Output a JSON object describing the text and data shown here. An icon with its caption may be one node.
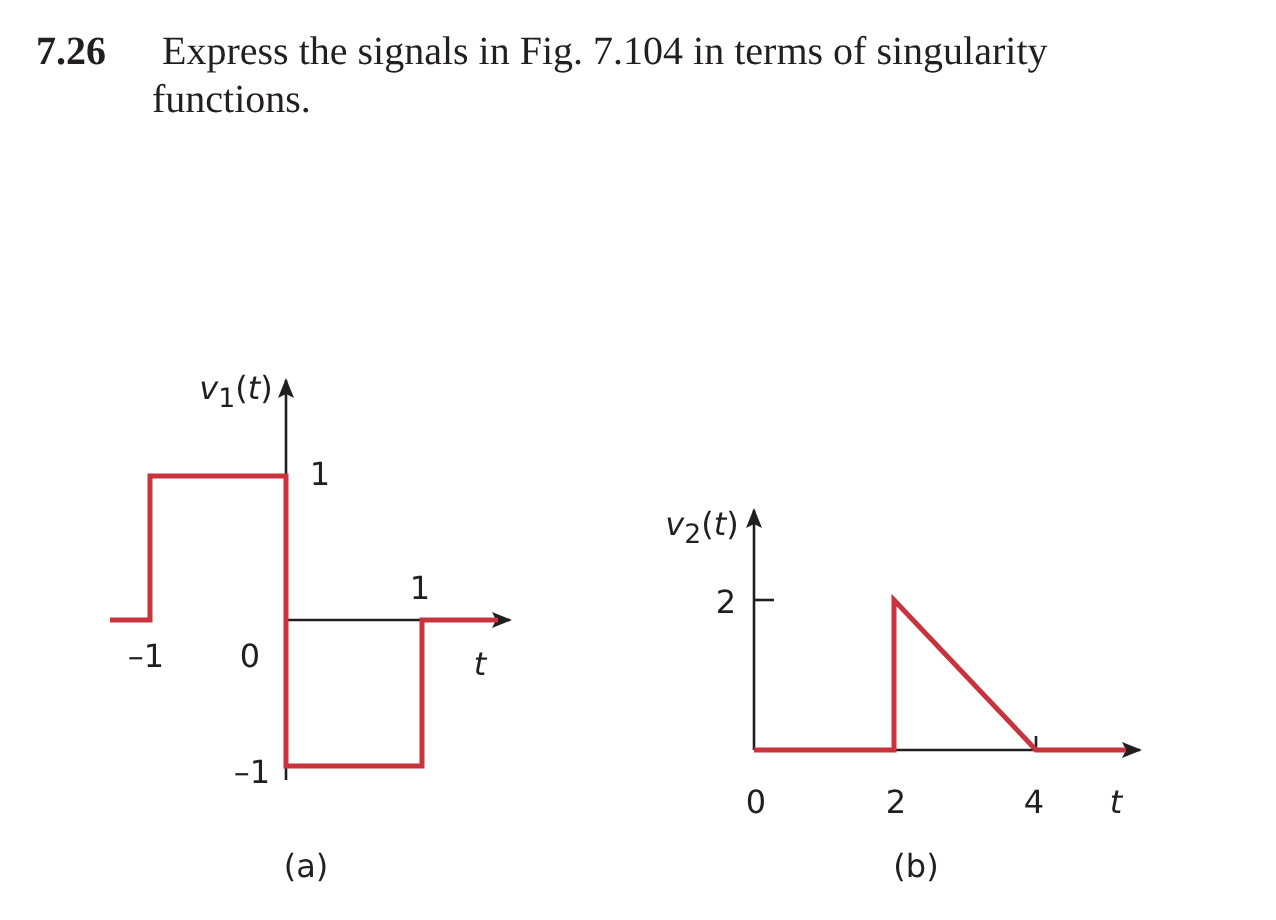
{
  "diagram": {
    "title": "**7.26** Express the signals in Fig. 7.104 in terms of singularity functions.",
    "labels": [
      "*v*$_{1}$(*t*)",
      "1",
      "*v*$_{2}$(*t*)",
      "1",
      "2",
      "–1",
      "0",
      "*t*",
      "–1",
      "0",
      "2",
      "4",
      "*t*",
      "(a)",
      "(b)"
    ]
  }
}
